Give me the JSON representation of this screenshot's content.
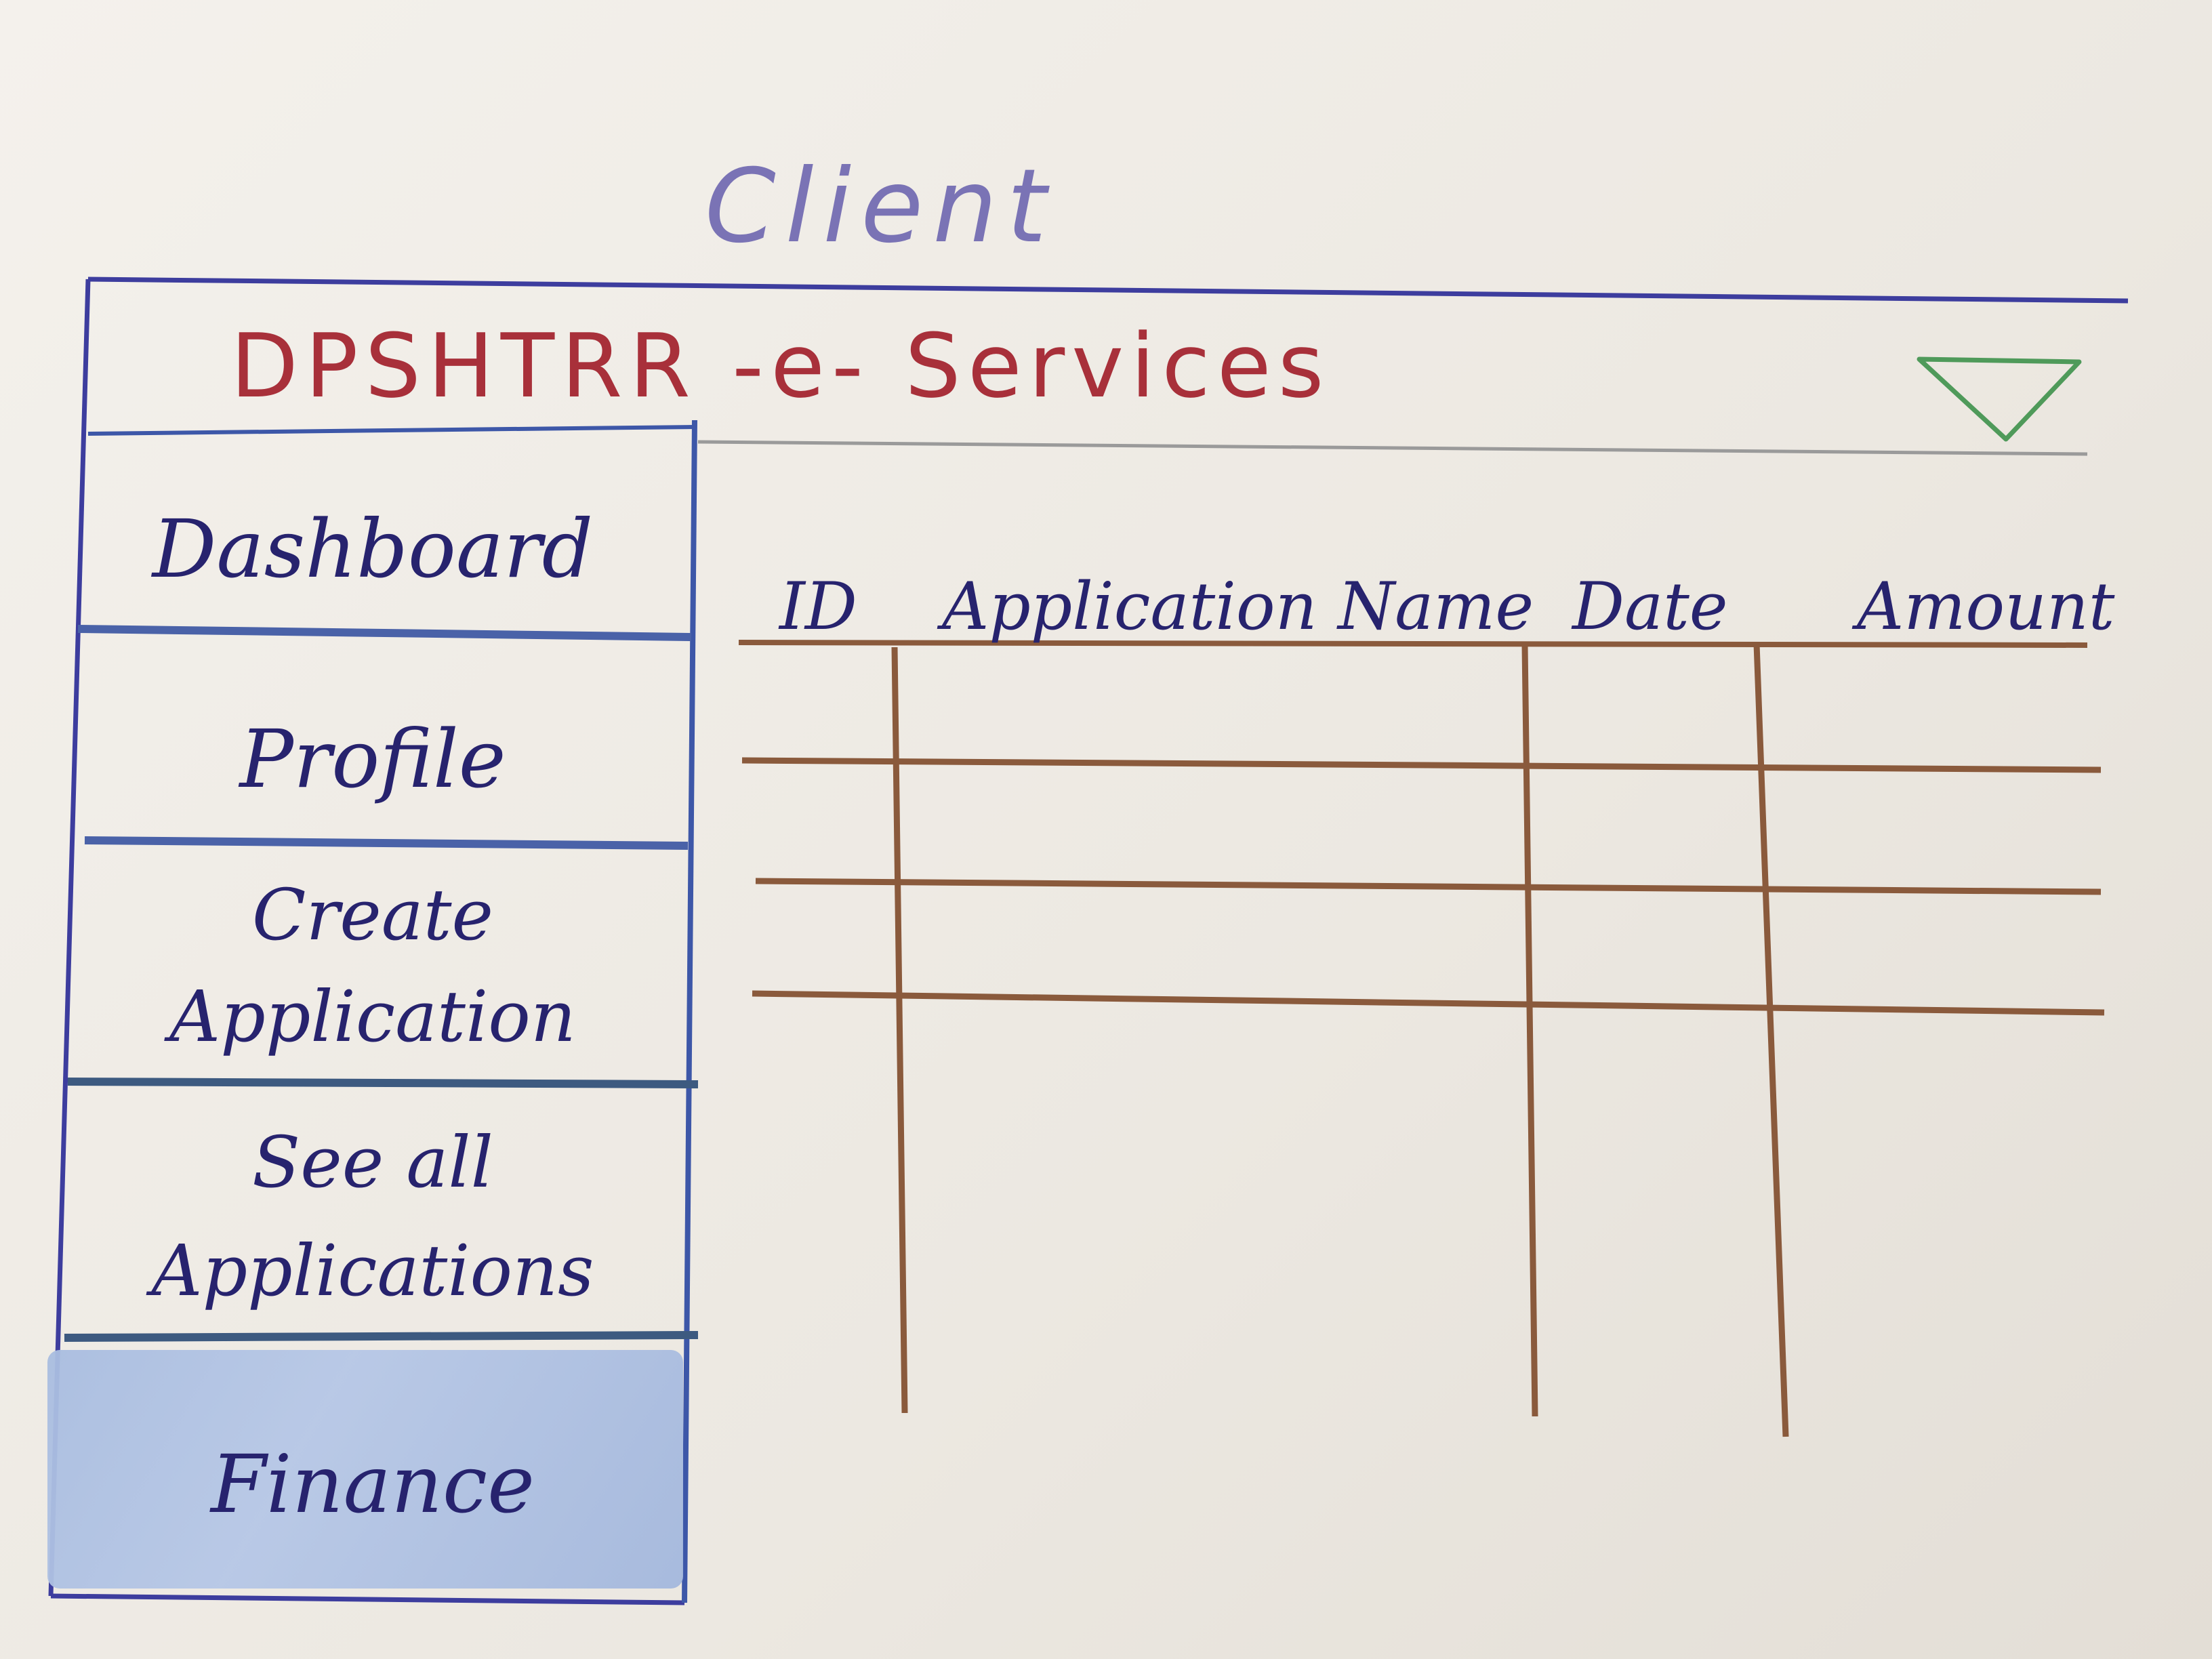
{
  "page": {
    "title": "Client"
  },
  "header": {
    "app_title": "DPSHTRR -e- Services",
    "dropdown_icon": "triangle-down-icon"
  },
  "sidebar": {
    "items": [
      {
        "label": "Dashboard"
      },
      {
        "label": "Profile"
      },
      {
        "label": "Create\nApplication"
      },
      {
        "label": "See all\nApplications"
      },
      {
        "label": "Finance",
        "active": true
      }
    ]
  },
  "table": {
    "columns": [
      "ID",
      "Application Name",
      "Date",
      "Amount"
    ],
    "rows": [
      [
        "",
        "",
        "",
        ""
      ],
      [
        "",
        "",
        "",
        ""
      ],
      [
        "",
        "",
        "",
        ""
      ]
    ]
  },
  "colors": {
    "frame": "#3d3d9e",
    "title": "#a8303a",
    "table_lines": "#8a5a3c",
    "nav_text": "#27236e",
    "active_nav": "#a9bde0",
    "dropdown": "#4f9a5a"
  }
}
